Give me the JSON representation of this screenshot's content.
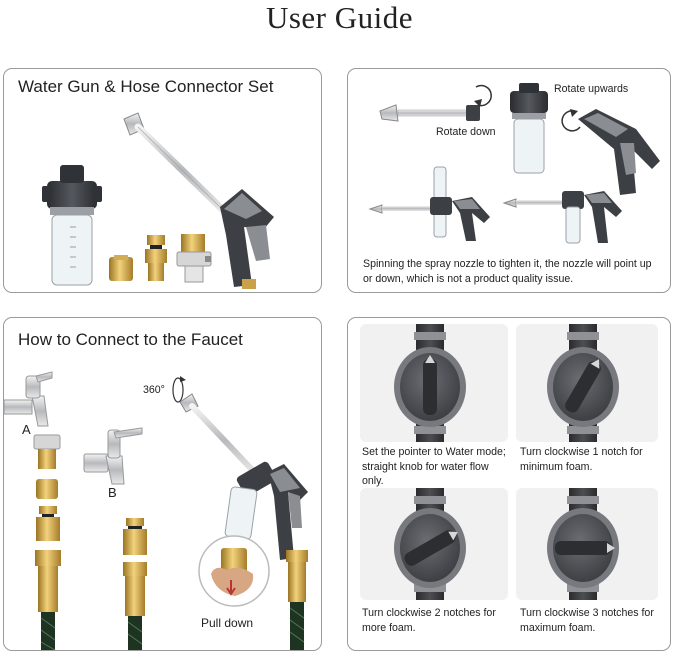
{
  "title": "User Guide",
  "panels": {
    "set": {
      "heading": "Water Gun & Hose Connector Set"
    },
    "rotate": {
      "label_rotate_down": "Rotate down",
      "label_rotate_up": "Rotate upwards",
      "note": "Spinning the spray nozzle to tighten it, the nozzle will point up or down, which is not a product quality issue."
    },
    "faucet": {
      "heading": "How to Connect to the Faucet",
      "label_a": "A",
      "label_b": "B",
      "label_360": "360°",
      "label_pull": "Pull down"
    },
    "modes": {
      "captions": [
        "Set the pointer to Water mode; straight knob for water flow only.",
        "Turn clockwise 1 notch for minimum foam.",
        "Turn clockwise 2 notches for more foam.",
        "Turn clockwise 3 notches for maximum foam."
      ],
      "knob_angles_deg": [
        0,
        30,
        60,
        90
      ]
    }
  },
  "colors": {
    "border": "#9a9a9a",
    "gun_body": "#3c3f44",
    "gun_grey": "#8a8d92",
    "brass": "#c9a14a",
    "tile_bg": "#f1f1f1"
  }
}
